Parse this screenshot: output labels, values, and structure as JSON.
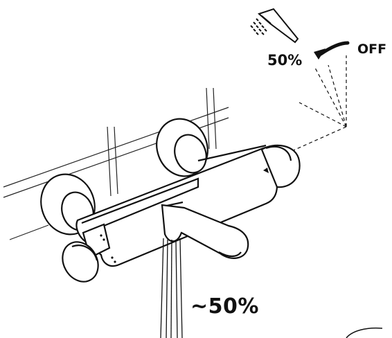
{
  "labels": {
    "off": "OFF",
    "shower_percent": "50%",
    "flow_percent": "~50%"
  },
  "icons": {
    "shower": "shower-head-icon",
    "rotation": "curved-arrow-icon"
  },
  "colors": {
    "line": "#111111",
    "background": "#ffffff",
    "tile_line": "#222222"
  }
}
